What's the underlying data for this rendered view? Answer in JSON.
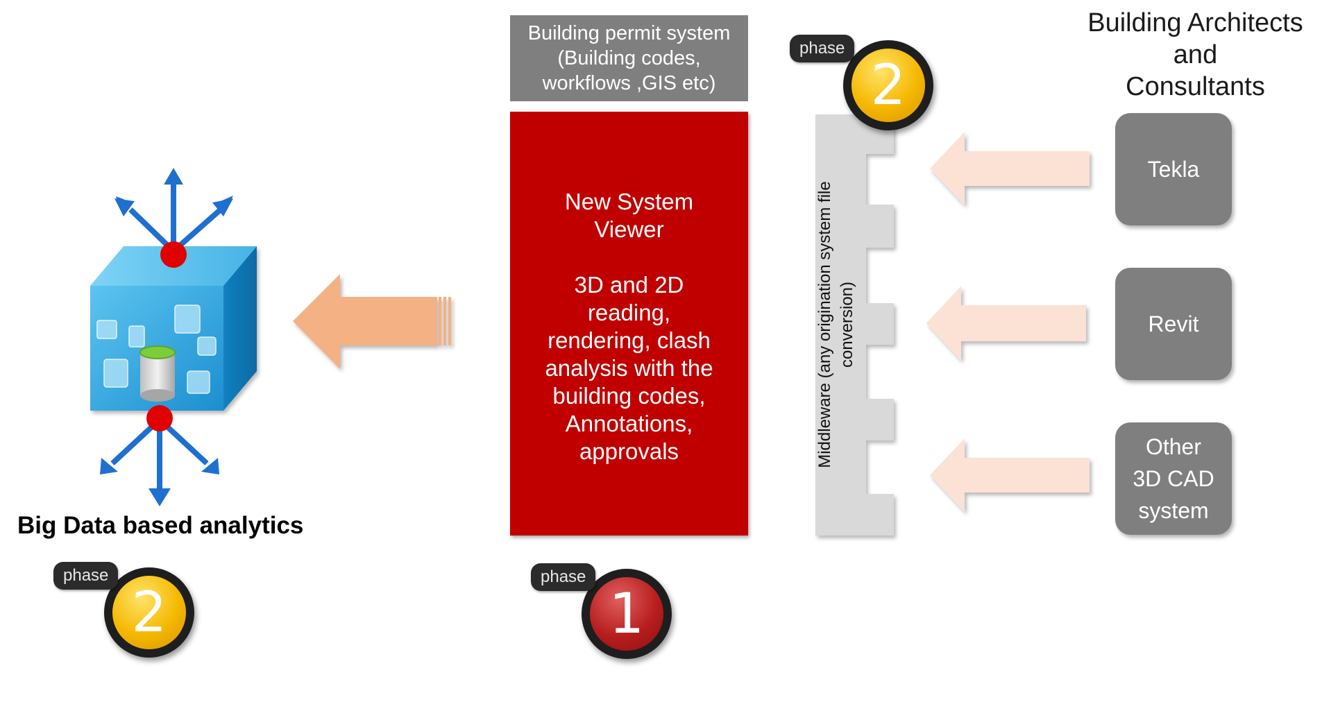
{
  "permit": {
    "text": "Building permit system\n(Building codes,\nworkflows ,GIS etc)"
  },
  "viewer": {
    "title": "New System\nViewer",
    "body": "3D and 2D\nreading,\nrendering, clash\nanalysis with the\nbuilding codes,\nAnnotations,\napprovals"
  },
  "architects": {
    "title": "Building Architects\nand\nConsultants"
  },
  "cad_systems": [
    {
      "label": "Tekla"
    },
    {
      "label": "Revit"
    },
    {
      "label": "Other\n3D CAD\nsystem"
    }
  ],
  "middleware": {
    "label": "Middleware (any origination system file\nconversion)"
  },
  "bigdata": {
    "label": "Big Data based analytics"
  },
  "phases": {
    "tab_label": "phase",
    "middleware_phase": "2",
    "bigdata_phase": "2",
    "viewer_phase": "1"
  },
  "colors": {
    "viewer_red": "#c00000",
    "box_grey": "#7f7f7f",
    "arrow_salmon": "#f4b183",
    "arrow_light": "#fbe2d5",
    "middleware_grey": "#d9d9d9",
    "cube_blue": "#29a3e0",
    "network_blue": "#1f6fd1",
    "node_red": "#e00000"
  }
}
